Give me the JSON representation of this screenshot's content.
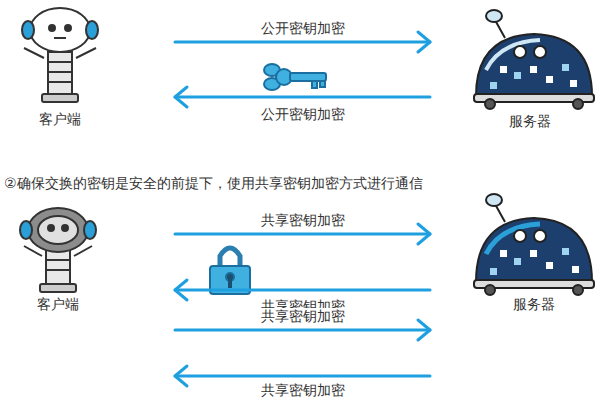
{
  "diagram": {
    "nodes": [
      {
        "text": [
          "客户端"
        ]
      },
      {
        "text": [
          "服务器"
        ]
      },
      {
        "text": [
          "客户端"
        ]
      },
      {
        "text": [
          "服务器"
        ]
      }
    ],
    "edges": [
      {
        "from": 0,
        "to": 1,
        "label": "公开密钥加密",
        "arrow": "to"
      },
      {
        "from": 1,
        "to": 0,
        "label": "公开密钥加密",
        "arrow": "to"
      },
      {
        "from": 2,
        "to": 3,
        "label": "共享密钥加密",
        "arrow": "to"
      },
      {
        "from": 3,
        "to": 2,
        "label": "共享密钥加密",
        "arrow": "to"
      },
      {
        "from": 2,
        "to": 3,
        "label": "共享密钥加密",
        "arrow": "to"
      },
      {
        "from": 3,
        "to": 2,
        "label": "共享密钥加密",
        "arrow": "to"
      }
    ],
    "labels": [
      "②确保交换的密钥是安全的前提下，使用共享密钥加密方式进行通信"
    ]
  }
}
